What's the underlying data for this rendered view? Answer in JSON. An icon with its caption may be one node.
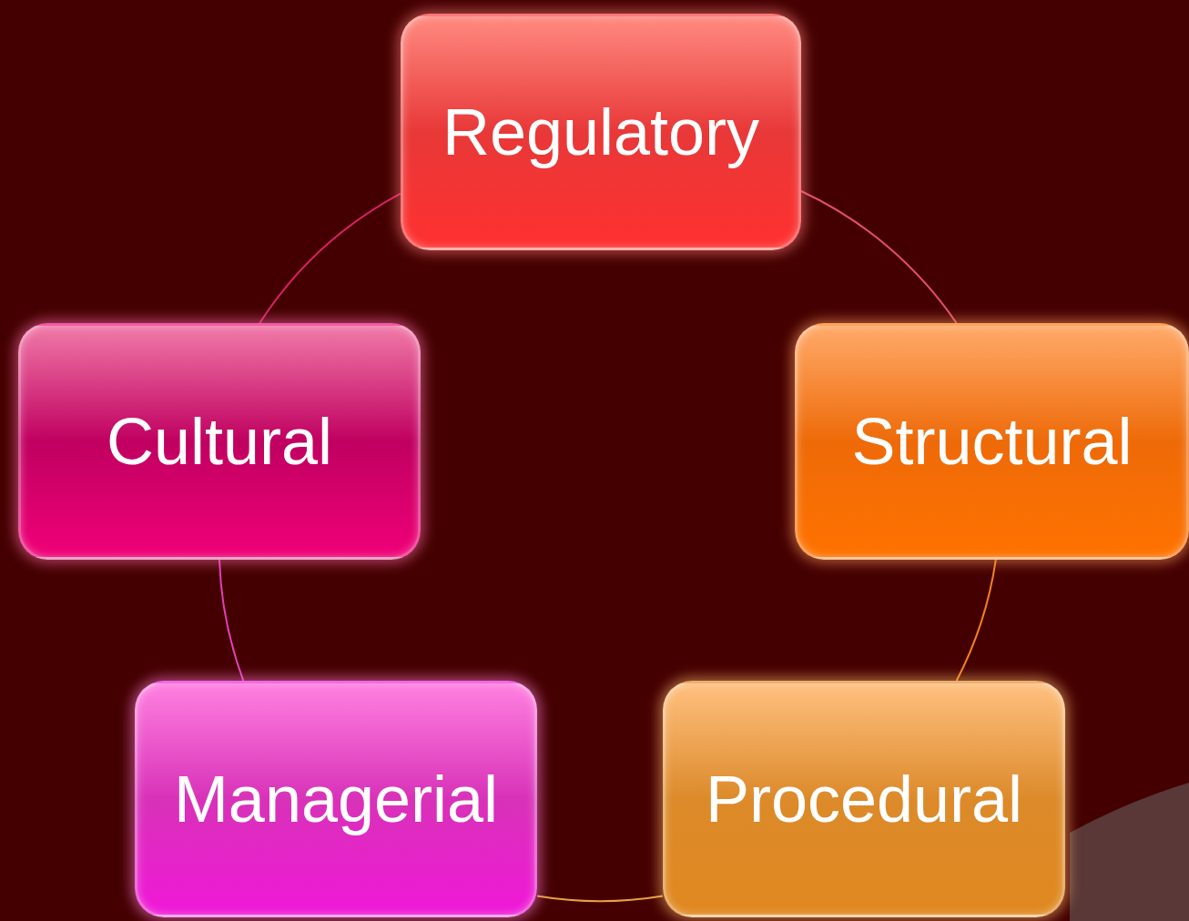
{
  "diagram": {
    "nodes": [
      {
        "text": [
          "Regulatory"
        ]
      },
      {
        "text": [
          "Structural"
        ]
      },
      {
        "text": [
          "Procedural"
        ]
      },
      {
        "text": [
          "Managerial"
        ]
      },
      {
        "text": [
          "Cultural"
        ]
      }
    ],
    "edges": [
      {
        "from": 0,
        "to": 1,
        "arrow": "none",
        "color": "#e0506a"
      },
      {
        "from": 1,
        "to": 2,
        "arrow": "none",
        "color": "#f08020"
      },
      {
        "from": 2,
        "to": 3,
        "arrow": "none",
        "color": "#e8a040"
      },
      {
        "from": 3,
        "to": 4,
        "arrow": "none",
        "color": "#e040b8"
      },
      {
        "from": 4,
        "to": 0,
        "arrow": "none",
        "color": "#d82068"
      }
    ]
  }
}
